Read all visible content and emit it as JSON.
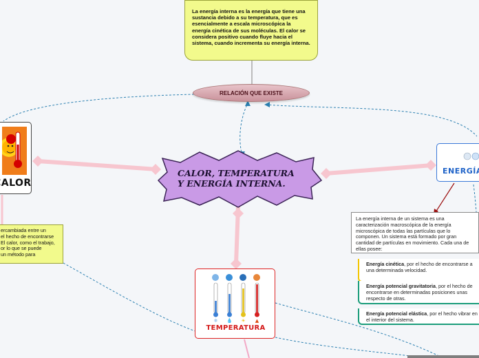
{
  "main_node": {
    "line1": "CALOR, TEMPERATURA",
    "line2": "Y ENERGÍA INTERNA."
  },
  "relation_node": {
    "label": "RELACIÓN QUE EXISTE"
  },
  "top_note": {
    "text": "La energía interna es la energía que tiene una sustancia debido a su temperatura, que es esencialmente a escala microscópica la energía cinética de sus moléculas. El calor se considera positivo cuando fluye hacia el sistema, cuando incrementa su energía interna."
  },
  "calor_card": {
    "label": "CALOR"
  },
  "calor_note": {
    "line1": "ercambiada entre un",
    "line2": "el hecho de encontrarse",
    "line3": "El calor, como el trabajo,",
    "line4": "or lo que se puede",
    "line5": "un método para"
  },
  "temperatura_card": {
    "label": "TEMPERATURA"
  },
  "energia_card": {
    "label": "ENERGÍA"
  },
  "energia_info": {
    "text": "La energía interna de un sistema es una caracterización macroscópica de la energía microscópica de todas las partículas que lo componen. Un sistema está formado por gran cantidad de partículas en movimiento. Cada una de ellas posee:"
  },
  "energy_types": [
    {
      "title": "Energía cinética",
      "desc": ", por el hecho de encontrarse a una determinada velocidad.",
      "color": "#f2c500"
    },
    {
      "title": "Energía potencial gravitatoria",
      "desc": ", por el hecho de encontrarse en determinadas posiciones unas respecto de otras.",
      "color": "#1a9c7a"
    },
    {
      "title": "Energía potencial elástica",
      "desc": ", por el hecho vibrar en el interior del sistema.",
      "color": "#1a9c7a"
    }
  ],
  "colors": {
    "main_node": "#c99ae6",
    "connector_pink": "#f7c6cf",
    "dashed_link": "#2a7fb0",
    "note_yellow": "#f2fa8c",
    "energia_border": "#3a78d8",
    "temperatura_border": "#d22"
  }
}
